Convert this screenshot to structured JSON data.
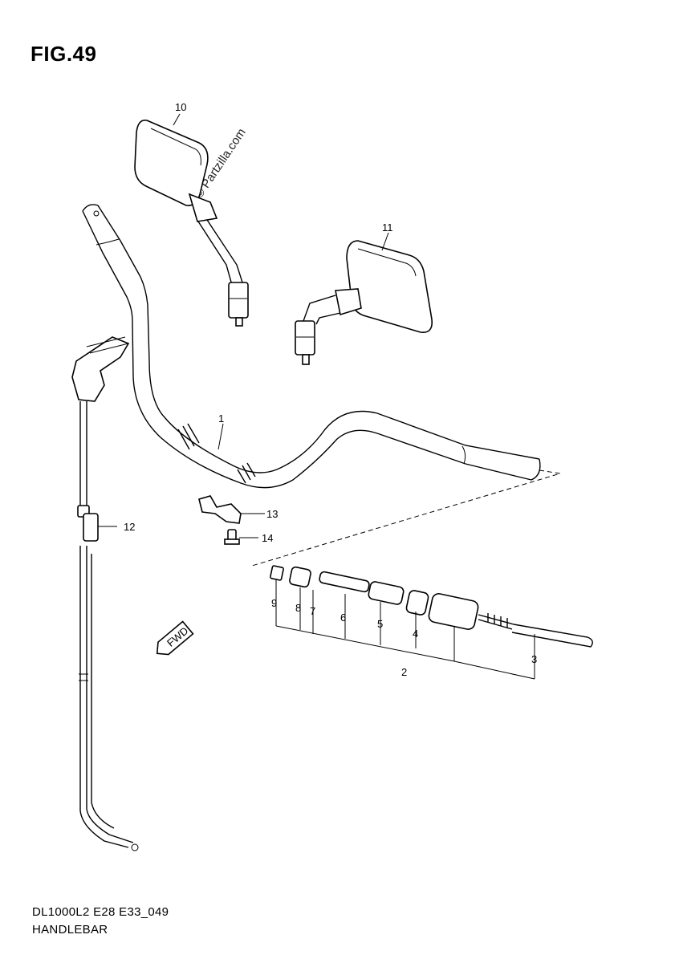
{
  "figure": {
    "title": "FIG.49",
    "code": "DL1000L2 E28 E33_049",
    "name": "HANDLEBAR",
    "watermark": "© Partzilla.com",
    "direction_mark": "FWD"
  },
  "callouts": [
    {
      "id": "1",
      "label": "1"
    },
    {
      "id": "2",
      "label": "2"
    },
    {
      "id": "3",
      "label": "3"
    },
    {
      "id": "4",
      "label": "4"
    },
    {
      "id": "5",
      "label": "5"
    },
    {
      "id": "6",
      "label": "6"
    },
    {
      "id": "7",
      "label": "7"
    },
    {
      "id": "8",
      "label": "8"
    },
    {
      "id": "9",
      "label": "9"
    },
    {
      "id": "10",
      "label": "10"
    },
    {
      "id": "11",
      "label": "11"
    },
    {
      "id": "12",
      "label": "12"
    },
    {
      "id": "13",
      "label": "13"
    },
    {
      "id": "14",
      "label": "14"
    }
  ]
}
